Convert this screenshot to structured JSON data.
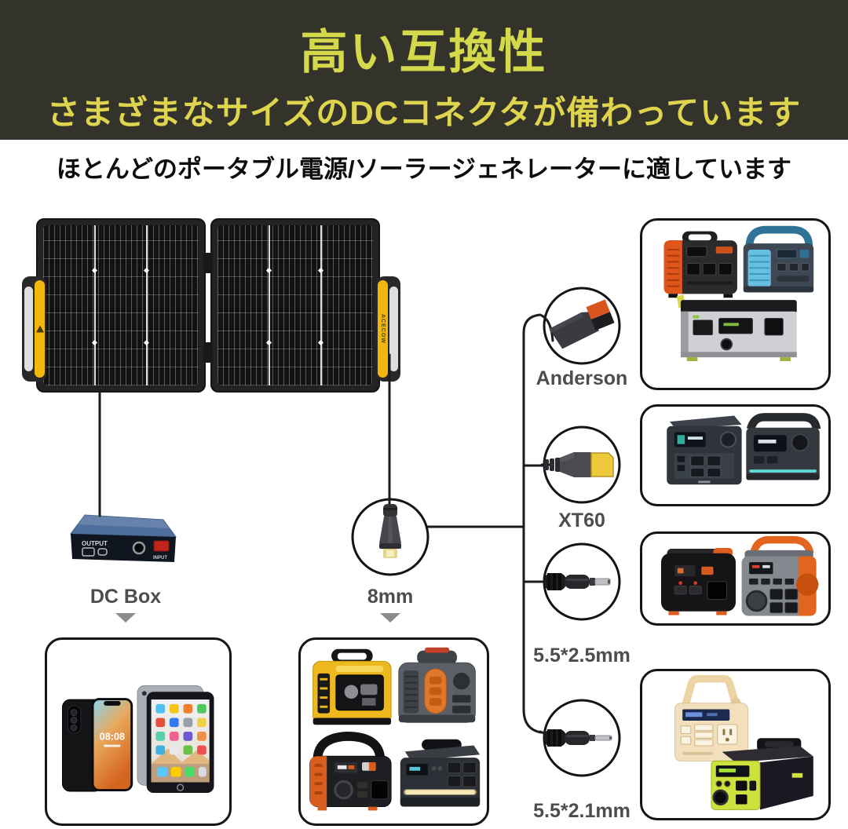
{
  "header": {
    "title": "高い互換性",
    "subtitle": "さまざまなサイズのDCコネクタが備わっています"
  },
  "tagline": "ほとんどのポータブル電源/ソーラージェネレーターに適しています",
  "solar_panel": {
    "brand_vertical": "ACECOW"
  },
  "dc_box": {
    "label": "DC Box",
    "output": "OUTPUT",
    "input": "INPUT"
  },
  "connectors": {
    "mm8": "8mm",
    "anderson": "Anderson",
    "xt60": "XT60",
    "barrel_25": "5.5*2.5mm",
    "barrel_21": "5.5*2.1mm"
  },
  "phone": {
    "time": "08:08"
  },
  "colors": {
    "header_bg": "#34332b",
    "title_text": "#d3d94a",
    "subtitle_text": "#ded44d",
    "label_gray": "#4d4d4d",
    "line_black": "#1c1c1e",
    "handle_yellow": "#f2b70c",
    "dc_box_blue": "#4e6f9e",
    "anderson_orange": "#d9541f",
    "xt60_yellow": "#edca39"
  }
}
